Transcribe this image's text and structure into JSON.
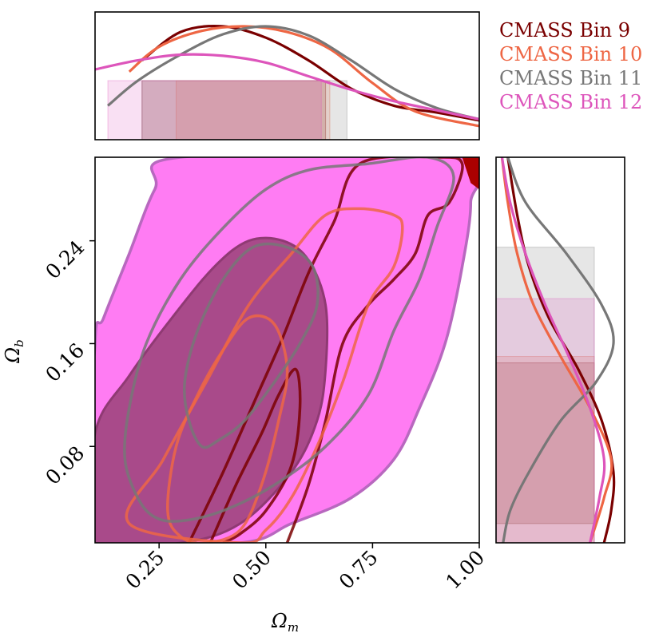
{
  "chart_data": {
    "type": "contour",
    "xlabel": "Ω",
    "xlabel_sub": "m",
    "ylabel": "Ω",
    "ylabel_sub": "b",
    "xlim": [
      0.1,
      1.0
    ],
    "ylim": [
      0.005,
      0.305
    ],
    "xticks": [
      {
        "value": 0.25,
        "label": "0.25"
      },
      {
        "value": 0.5,
        "label": "0.50"
      },
      {
        "value": 0.75,
        "label": "0.75"
      },
      {
        "value": 1.0,
        "label": "1.00"
      }
    ],
    "yticks": [
      {
        "value": 0.08,
        "label": "0.08"
      },
      {
        "value": 0.16,
        "label": "0.16"
      },
      {
        "value": 0.24,
        "label": "0.24"
      }
    ],
    "legend_position": "top-right",
    "series": [
      {
        "name": "CMASS Bin 9",
        "color": "#7a0000",
        "contour_style": "line",
        "x_marginal": [
          [
            0.21,
            0.7
          ],
          [
            0.3,
            0.95
          ],
          [
            0.4,
            1.0
          ],
          [
            0.5,
            0.9
          ],
          [
            0.6,
            0.7
          ],
          [
            0.7,
            0.45
          ],
          [
            0.8,
            0.3
          ],
          [
            0.9,
            0.24
          ],
          [
            1.0,
            0.17
          ]
        ],
        "x_band": [
          0.21,
          0.64
        ],
        "y_marginal": [
          [
            0.305,
            0.1
          ],
          [
            0.26,
            0.18
          ],
          [
            0.22,
            0.28
          ],
          [
            0.18,
            0.45
          ],
          [
            0.14,
            0.7
          ],
          [
            0.1,
            0.9
          ],
          [
            0.06,
            1.0
          ],
          [
            0.03,
            0.98
          ],
          [
            0.005,
            0.92
          ]
        ],
        "y_band": [
          0.005,
          0.145
        ],
        "contours": [
          [
            [
              0.37,
              0.005
            ],
            [
              0.43,
              0.05
            ],
            [
              0.49,
              0.09
            ],
            [
              0.53,
              0.12
            ],
            [
              0.57,
              0.14
            ],
            [
              0.58,
              0.11
            ],
            [
              0.56,
              0.065
            ],
            [
              0.5,
              0.03
            ],
            [
              0.44,
              0.012
            ],
            [
              0.4,
              0.005
            ]
          ],
          [
            [
              0.32,
              0.005
            ],
            [
              0.4,
              0.06
            ],
            [
              0.48,
              0.12
            ],
            [
              0.54,
              0.165
            ],
            [
              0.6,
              0.215
            ],
            [
              0.66,
              0.255
            ],
            [
              0.72,
              0.3
            ],
            [
              0.9,
              0.305
            ],
            [
              0.96,
              0.3
            ],
            [
              0.93,
              0.27
            ],
            [
              0.88,
              0.26
            ],
            [
              0.85,
              0.23
            ],
            [
              0.8,
              0.21
            ],
            [
              0.74,
              0.19
            ],
            [
              0.68,
              0.16
            ],
            [
              0.64,
              0.1
            ],
            [
              0.6,
              0.05
            ],
            [
              0.55,
              0.005
            ]
          ]
        ]
      },
      {
        "name": "CMASS Bin 10",
        "color": "#ee6644",
        "contour_style": "line",
        "x_marginal": [
          [
            0.18,
            0.6
          ],
          [
            0.25,
            0.82
          ],
          [
            0.35,
            0.96
          ],
          [
            0.45,
            1.0
          ],
          [
            0.55,
            0.95
          ],
          [
            0.65,
            0.8
          ],
          [
            0.75,
            0.5
          ],
          [
            0.85,
            0.25
          ],
          [
            1.0,
            0.12
          ]
        ],
        "x_band": [
          0.29,
          0.65
        ],
        "y_marginal": [
          [
            0.305,
            0.05
          ],
          [
            0.27,
            0.1
          ],
          [
            0.23,
            0.18
          ],
          [
            0.19,
            0.32
          ],
          [
            0.15,
            0.55
          ],
          [
            0.11,
            0.8
          ],
          [
            0.07,
            0.98
          ],
          [
            0.04,
            0.92
          ],
          [
            0.005,
            0.8
          ]
        ],
        "y_band": [
          0.02,
          0.15
        ],
        "contours": [
          [
            [
              0.27,
              0.03
            ],
            [
              0.29,
              0.08
            ],
            [
              0.34,
              0.12
            ],
            [
              0.4,
              0.155
            ],
            [
              0.46,
              0.18
            ],
            [
              0.52,
              0.175
            ],
            [
              0.55,
              0.14
            ],
            [
              0.53,
              0.1
            ],
            [
              0.49,
              0.05
            ],
            [
              0.44,
              0.015
            ],
            [
              0.36,
              0.005
            ],
            [
              0.3,
              0.01
            ]
          ],
          [
            [
              0.18,
              0.02
            ],
            [
              0.26,
              0.07
            ],
            [
              0.36,
              0.13
            ],
            [
              0.46,
              0.19
            ],
            [
              0.56,
              0.23
            ],
            [
              0.64,
              0.26
            ],
            [
              0.72,
              0.265
            ],
            [
              0.8,
              0.26
            ],
            [
              0.82,
              0.25
            ],
            [
              0.8,
              0.22
            ],
            [
              0.74,
              0.19
            ],
            [
              0.68,
              0.13
            ],
            [
              0.62,
              0.08
            ],
            [
              0.56,
              0.04
            ],
            [
              0.5,
              0.015
            ],
            [
              0.44,
              0.005
            ]
          ]
        ]
      },
      {
        "name": "CMASS Bin 11",
        "color": "#777777",
        "contour_style": "line",
        "x_marginal": [
          [
            0.13,
            0.3
          ],
          [
            0.2,
            0.52
          ],
          [
            0.3,
            0.75
          ],
          [
            0.4,
            0.93
          ],
          [
            0.5,
            1.0
          ],
          [
            0.6,
            0.92
          ],
          [
            0.7,
            0.7
          ],
          [
            0.8,
            0.45
          ],
          [
            0.9,
            0.28
          ],
          [
            1.0,
            0.18
          ]
        ],
        "x_band": [
          0.21,
          0.69
        ],
        "y_marginal": [
          [
            0.305,
            0.1
          ],
          [
            0.27,
            0.25
          ],
          [
            0.23,
            0.6
          ],
          [
            0.19,
            0.9
          ],
          [
            0.16,
            1.0
          ],
          [
            0.13,
            0.85
          ],
          [
            0.1,
            0.55
          ],
          [
            0.06,
            0.28
          ],
          [
            0.03,
            0.12
          ],
          [
            0.005,
            0.06
          ]
        ],
        "y_band": [
          0.02,
          0.235
        ],
        "contours": [
          [
            [
              0.35,
              0.08
            ],
            [
              0.32,
              0.1
            ],
            [
              0.31,
              0.13
            ],
            [
              0.34,
              0.17
            ],
            [
              0.4,
              0.21
            ],
            [
              0.47,
              0.235
            ],
            [
              0.55,
              0.235
            ],
            [
              0.61,
              0.22
            ],
            [
              0.62,
              0.19
            ],
            [
              0.58,
              0.16
            ],
            [
              0.52,
              0.13
            ],
            [
              0.45,
              0.1
            ],
            [
              0.39,
              0.085
            ]
          ],
          [
            [
              0.24,
              0.025
            ],
            [
              0.2,
              0.04
            ],
            [
              0.17,
              0.07
            ],
            [
              0.18,
              0.11
            ],
            [
              0.22,
              0.16
            ],
            [
              0.3,
              0.21
            ],
            [
              0.4,
              0.25
            ],
            [
              0.5,
              0.28
            ],
            [
              0.6,
              0.295
            ],
            [
              0.74,
              0.3
            ],
            [
              0.88,
              0.305
            ],
            [
              0.94,
              0.29
            ],
            [
              0.9,
              0.25
            ],
            [
              0.86,
              0.21
            ],
            [
              0.8,
              0.17
            ],
            [
              0.74,
              0.12
            ],
            [
              0.64,
              0.08
            ],
            [
              0.52,
              0.05
            ],
            [
              0.4,
              0.03
            ],
            [
              0.3,
              0.022
            ]
          ]
        ]
      },
      {
        "name": "CMASS Bin 12",
        "color": "#dd55bb",
        "contour_style": "filled",
        "x_marginal": [
          [
            0.1,
            0.62
          ],
          [
            0.2,
            0.7
          ],
          [
            0.3,
            0.75
          ],
          [
            0.4,
            0.74
          ],
          [
            0.5,
            0.68
          ],
          [
            0.6,
            0.56
          ],
          [
            0.7,
            0.44
          ],
          [
            0.8,
            0.34
          ],
          [
            0.9,
            0.26
          ],
          [
            1.0,
            0.18
          ]
        ],
        "x_band": [
          0.13,
          0.63
        ],
        "y_marginal": [
          [
            0.305,
            0.05
          ],
          [
            0.27,
            0.12
          ],
          [
            0.23,
            0.25
          ],
          [
            0.19,
            0.42
          ],
          [
            0.15,
            0.62
          ],
          [
            0.11,
            0.8
          ],
          [
            0.07,
            0.92
          ],
          [
            0.04,
            0.88
          ],
          [
            0.005,
            0.8
          ]
        ],
        "y_band": [
          0.005,
          0.195
        ],
        "contours": [
          [
            [
              0.1,
              0.005
            ],
            [
              0.3,
              0.005
            ],
            [
              0.44,
              0.02
            ],
            [
              0.56,
              0.06
            ],
            [
              0.62,
              0.1
            ],
            [
              0.64,
              0.14
            ],
            [
              0.64,
              0.19
            ],
            [
              0.6,
              0.225
            ],
            [
              0.54,
              0.24
            ],
            [
              0.46,
              0.24
            ],
            [
              0.38,
              0.22
            ],
            [
              0.28,
              0.18
            ],
            [
              0.18,
              0.135
            ],
            [
              0.1,
              0.09
            ]
          ],
          [
            [
              0.1,
              0.005
            ],
            [
              0.44,
              0.005
            ],
            [
              0.56,
              0.02
            ],
            [
              0.7,
              0.04
            ],
            [
              0.8,
              0.07
            ],
            [
              0.86,
              0.11
            ],
            [
              0.92,
              0.16
            ],
            [
              0.96,
              0.22
            ],
            [
              0.98,
              0.27
            ],
            [
              0.96,
              0.305
            ],
            [
              0.3,
              0.305
            ],
            [
              0.24,
              0.28
            ],
            [
              0.18,
              0.23
            ],
            [
              0.12,
              0.18
            ],
            [
              0.1,
              0.16
            ]
          ]
        ]
      }
    ],
    "corner_fill": {
      "color": "#aa0000",
      "points": [
        [
          0.96,
          0.305
        ],
        [
          1.0,
          0.305
        ],
        [
          1.0,
          0.28
        ],
        [
          0.98,
          0.285
        ]
      ]
    }
  }
}
